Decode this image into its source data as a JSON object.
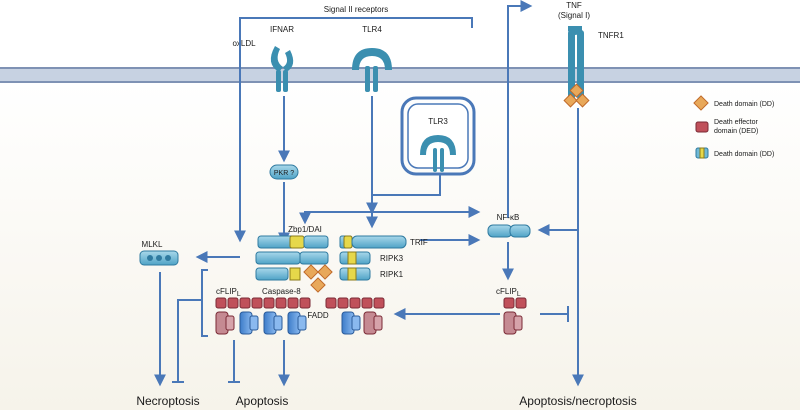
{
  "labels": {
    "signal_ii": "Signal II receptors",
    "tnf": "TNF",
    "signal_i": "(Signal I)",
    "tnfr1": "TNFR1",
    "ifnar": "IFNAR",
    "oxldl": "oxLDL",
    "tlr4": "TLR4",
    "tlr3": "TLR3",
    "pkr": "PKR ?",
    "zbp1": "Zbp1/DAI",
    "trif": "TRIF",
    "ripk3": "RIPK3",
    "ripk1": "RIPK1",
    "mlkl": "MLKL",
    "cflip_left": "cFLIP",
    "cflip_left_sub": "L",
    "caspase8": "Caspase-8",
    "fadd": "FADD",
    "nfkb": "NF-κB",
    "cflip_right": "cFLIP",
    "cflip_right_sub": "L",
    "necroptosis": "Necroptosis",
    "apoptosis": "Apoptosis",
    "apoptosis_necroptosis": "Apoptosis/necroptosis"
  },
  "legend": [
    {
      "label": "Death domain (DD)",
      "shape": "diamond",
      "color": "#e8a85a"
    },
    {
      "label": "Death effector domain (DED)",
      "shape": "rounded-square",
      "color": "#c0505a"
    },
    {
      "label": "Death domain (DD)",
      "shape": "bars",
      "color": "#e6d84a"
    }
  ],
  "colors": {
    "membrane": "#8fa3c3",
    "receptor": "#3b8fb0",
    "protein": "#6fb9d6",
    "arrow": "#4a78b8",
    "dd": "#e8a85a",
    "ded": "#c0505a",
    "caspase": "#4f8fd6",
    "rhim": "#e6d84a"
  }
}
